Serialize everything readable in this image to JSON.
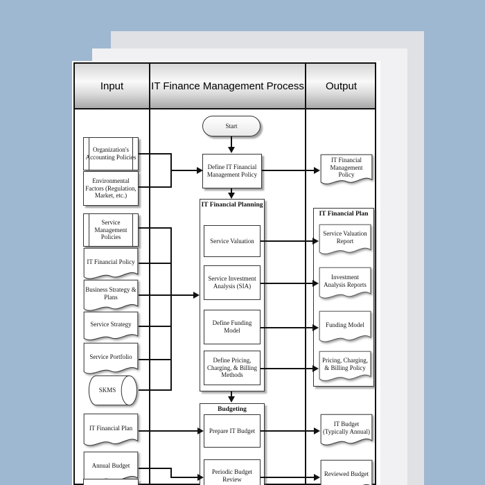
{
  "colors": {
    "background": "#9fb8d1",
    "paper": "#ffffff",
    "line": "#111111",
    "header_gradient_top": "#d6d6d6",
    "header_gradient_bottom": "#a9a9a9"
  },
  "header": {
    "input_label": "Input",
    "process_label": "IT Finance Management Process",
    "output_label": "Output"
  },
  "inputs": [
    {
      "label": "Organization's Accounting Policies",
      "shape": "predefined-process"
    },
    {
      "label": "Environmental Factors (Regulation, Market, etc.)",
      "shape": "rectangle"
    },
    {
      "label": "Service Management Policies",
      "shape": "predefined-process"
    },
    {
      "label": "IT Financial Policy",
      "shape": "document"
    },
    {
      "label": "Business Strategy & Plans",
      "shape": "document"
    },
    {
      "label": "Service Strategy",
      "shape": "document"
    },
    {
      "label": "Service Portfolio",
      "shape": "document"
    },
    {
      "label": "SKMS",
      "shape": "data-store"
    },
    {
      "label": "IT Financial Plan",
      "shape": "document"
    },
    {
      "label": "Annual Budget",
      "shape": "document"
    }
  ],
  "process": {
    "start_label": "Start",
    "define_policy": "Define IT Financial Management Policy",
    "planning_group_title": "IT Financial Planning",
    "planning_steps": [
      {
        "label": "Service Valuation"
      },
      {
        "label": "Service Investment Analysis (SIA)"
      },
      {
        "label": "Define Funding Model"
      },
      {
        "label": "Define Pricing, Charging, & Billing Methods"
      }
    ],
    "budgeting_group_title": "Budgeting",
    "budgeting_steps": [
      {
        "label": "Prepare IT Budget"
      },
      {
        "label": "Periodic Budget Review"
      }
    ]
  },
  "outputs": {
    "policy": "IT Financial Management Policy",
    "plan_group_title": "IT Financial Plan",
    "plan_docs": [
      {
        "label": "Service Valuation Report"
      },
      {
        "label": "Investment Analysis Reports"
      },
      {
        "label": "Funding Model"
      },
      {
        "label": "Pricing, Charging, & Billing Policy"
      }
    ],
    "budget": "IT Budget (Typically Annual)",
    "reviewed": "Reviewed Budget"
  }
}
